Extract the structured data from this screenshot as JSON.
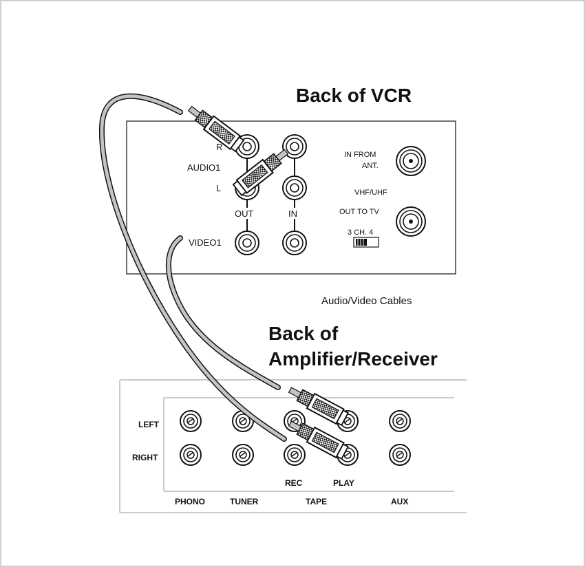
{
  "vcr": {
    "title": "Back of VCR",
    "labels": {
      "r": "R",
      "audio1": "AUDIO1",
      "l": "L",
      "out": "OUT",
      "in": "IN",
      "video1": "VIDEO1",
      "in_from": "IN FROM",
      "ant": "ANT.",
      "vhf_uhf": "VHF/UHF",
      "out_to_tv": "OUT TO TV",
      "ch_switch": "3 CH. 4"
    }
  },
  "cables_caption": "Audio/Video Cables",
  "amp": {
    "title_line1": "Back of",
    "title_line2": "Amplifier/Receiver",
    "row_labels": {
      "left": "LEFT",
      "right": "RIGHT"
    },
    "sub_labels": {
      "rec": "REC",
      "play": "PLAY"
    },
    "column_labels": {
      "phono": "PHONO",
      "tuner": "TUNER",
      "tape": "TAPE",
      "aux": "AUX"
    }
  },
  "colors": {
    "cable": "#c4c4c4",
    "line": "#111111",
    "frame": "#cfcfcf"
  }
}
